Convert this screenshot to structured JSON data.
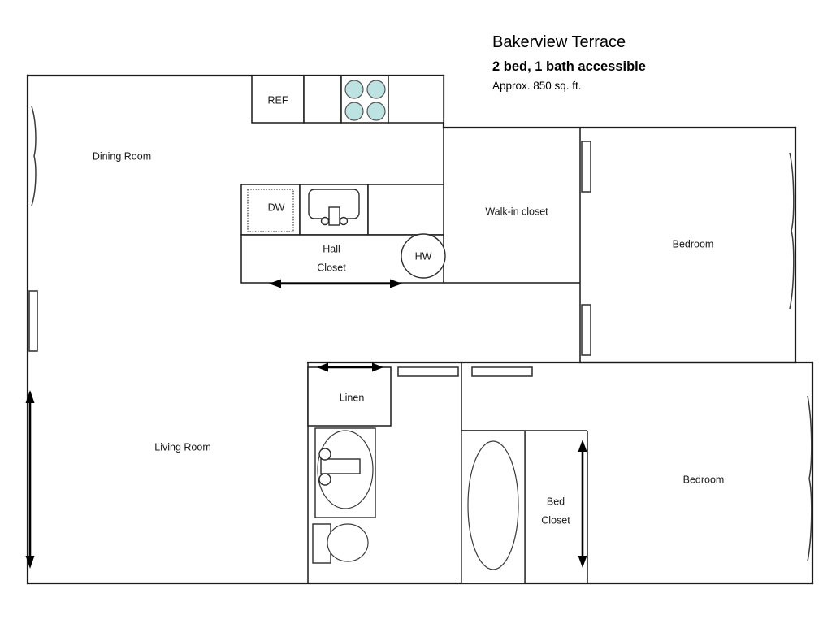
{
  "title_block": {
    "name": "Bakerview Terrace",
    "subtitle": "2 bed, 1 bath accessible",
    "area_note": "Approx. 850 sq. ft."
  },
  "rooms": [
    {
      "id": "dining-room",
      "label": "Dining Room"
    },
    {
      "id": "living-room",
      "label": "Living Room"
    },
    {
      "id": "walk-in-closet",
      "label": "Walk-in closet"
    },
    {
      "id": "bedroom-upper",
      "label": "Bedroom"
    },
    {
      "id": "bedroom-lower",
      "label": "Bedroom"
    }
  ],
  "fixtures": [
    {
      "id": "refrigerator",
      "label": "REF"
    },
    {
      "id": "dishwasher",
      "label": "DW"
    },
    {
      "id": "water-heater",
      "label": "HW"
    },
    {
      "id": "linen-closet",
      "label": "Linen"
    }
  ],
  "closets": {
    "hall_line1": "Hall",
    "hall_line2": "Closet",
    "bed_line1": "Bed",
    "bed_line2": "Closet"
  },
  "colors": {
    "wall": "#1a1a1a",
    "fixture_stroke": "#2b2b2b",
    "burner_fill": "#bce3e2",
    "burner_stroke": "#555555",
    "background": "#ffffff",
    "text": "#000000"
  },
  "chart_data": {
    "type": "table",
    "title": "Bakerview Terrace floor plan",
    "notes": "Accessible 2 bedroom, 1 bathroom unit, approximately 850 square feet.",
    "spaces": [
      {
        "name": "Dining Room",
        "type": "room"
      },
      {
        "name": "Living Room",
        "type": "room"
      },
      {
        "name": "Walk-in closet",
        "type": "closet"
      },
      {
        "name": "Bedroom",
        "type": "room"
      },
      {
        "name": "Bedroom",
        "type": "room"
      },
      {
        "name": "Hall Closet",
        "type": "closet"
      },
      {
        "name": "Bed Closet",
        "type": "closet"
      },
      {
        "name": "Linen",
        "type": "closet"
      }
    ],
    "appliances": [
      "REF",
      "DW",
      "HW",
      "range (4 burner)",
      "kitchen sink",
      "bathroom sink",
      "toilet",
      "bathtub"
    ],
    "dimension_markers": 4
  }
}
